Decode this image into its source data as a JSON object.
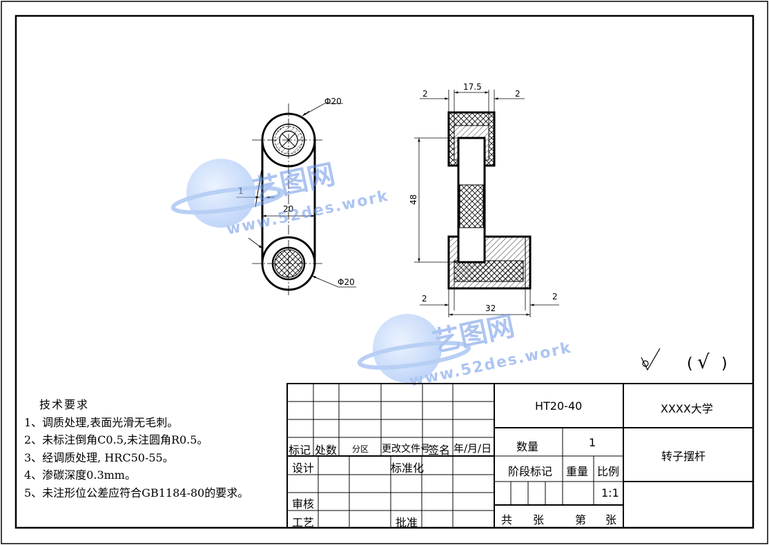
{
  "drawing": {
    "dims": {
      "phi_top": "Φ20",
      "phi_bottom": "Φ20",
      "gap": "1",
      "center_width": "20",
      "top_width": "17.5",
      "top_left_offset": "2",
      "top_right_offset": "2",
      "height": "48",
      "bottom_width": "32",
      "bottom_left_offset": "2",
      "bottom_right_offset": "2"
    },
    "roughness": {
      "paren": "(",
      "check": "√",
      "paren_close": ")"
    },
    "watermark": {
      "cn": "艺图网",
      "url": "www.52des.work"
    }
  },
  "notes": {
    "title": "技术要求",
    "items": [
      "1、调质处理,表面光滑无毛刺。",
      "2、未标注倒角C0.5,未注圆角R0.5。",
      "3、经调质处理, HRC50-55。",
      "4、渗碳深度0.3mm。",
      "5、未注形位公差应符合GB1184-80的要求。"
    ]
  },
  "title_block": {
    "material": "HT20-40",
    "school": "XXXX大学",
    "part_name": "转子摆杆",
    "quantity_label": "数量",
    "quantity": "1",
    "stage_label": "阶段标记",
    "weight_label": "重量",
    "scale_label": "比例",
    "scale": "1:1",
    "sheets_total": "共",
    "sheets_unit": "张",
    "sheet_no": "第",
    "sheet_unit2": "张",
    "rev_mark": "标记",
    "rev_count": "处数",
    "rev_zone": "分区",
    "rev_doc": "更改文件号",
    "rev_sign": "签名",
    "rev_date": "年/月/日",
    "design": "设计",
    "standard": "标准化",
    "review": "审核",
    "process": "工艺",
    "approve": "批准"
  }
}
